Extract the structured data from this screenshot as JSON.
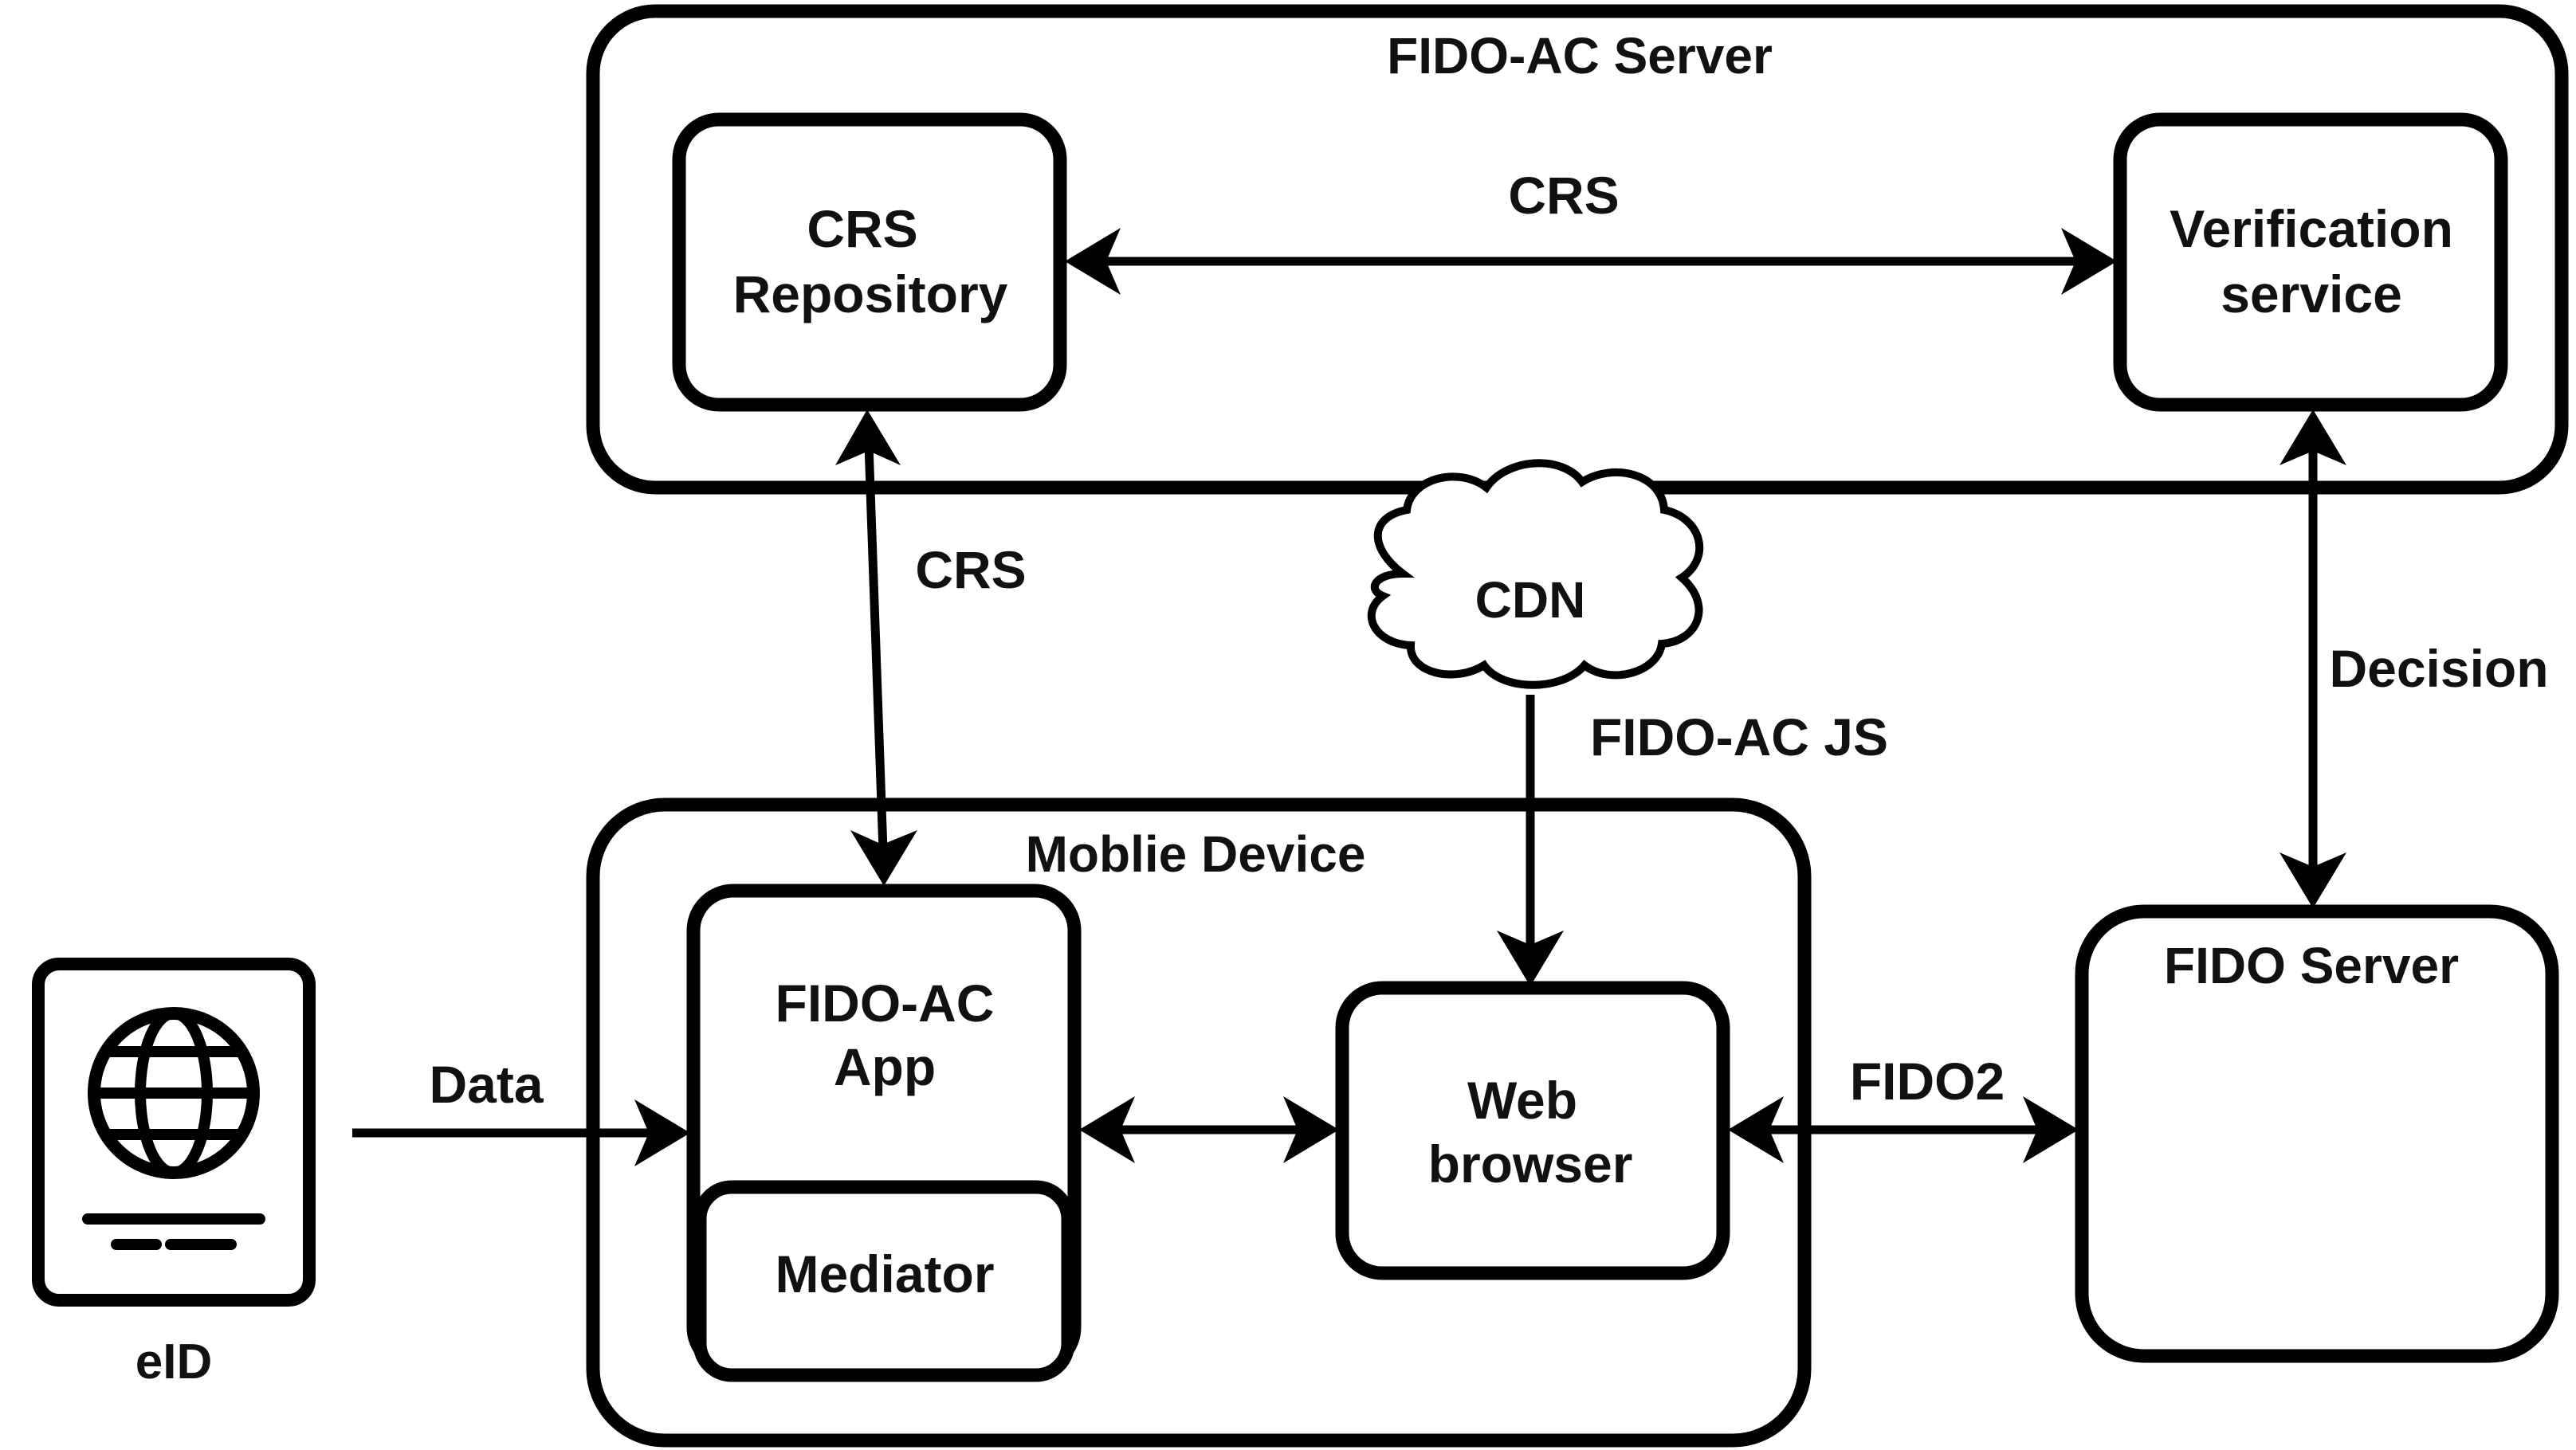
{
  "nodes": {
    "fido_ac_server": "FIDO-AC Server",
    "crs_repository": [
      "CRS",
      "Repository"
    ],
    "verification_service": [
      "Verification",
      "service"
    ],
    "mobile_device": "Moblie Device",
    "fido_ac_app": [
      "FIDO-AC",
      "App"
    ],
    "mediator": "Mediator",
    "web_browser": [
      "Web",
      "browser"
    ],
    "fido_server": "FIDO Server",
    "cdn": "CDN",
    "eid": "eID"
  },
  "edges": {
    "crs_top": "CRS",
    "crs_vertical": "CRS",
    "decision": "Decision",
    "fido_ac_js": "FIDO-AC JS",
    "data": "Data",
    "fido2": "FIDO2"
  },
  "colors": {
    "stroke": "#000000",
    "text": "#111111",
    "background": "#ffffff"
  }
}
